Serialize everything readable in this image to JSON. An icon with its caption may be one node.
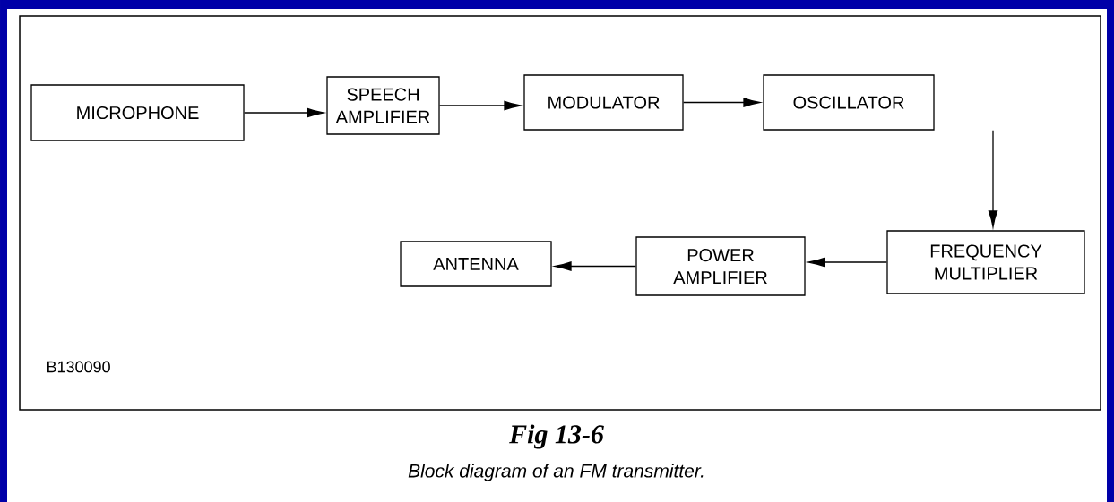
{
  "diagram": {
    "title": "Fig 13-6",
    "caption": "Block diagram of an FM transmitter.",
    "nodes": [
      {
        "text": [
          "MICROPHONE"
        ]
      },
      {
        "text": [
          "SPEECH AMPLIFIER"
        ]
      },
      {
        "text": [
          "MODULATOR"
        ]
      },
      {
        "text": [
          "OSCILLATOR"
        ]
      },
      {
        "text": [
          "FREQUENCY MULTIPLIER"
        ]
      },
      {
        "text": [
          "POWER AMPLIFIER"
        ]
      },
      {
        "text": [
          "ANTENNA"
        ]
      }
    ],
    "edges": [
      {
        "from": 0,
        "to": 1,
        "arrow": "to"
      },
      {
        "from": 1,
        "to": 2,
        "arrow": "to"
      },
      {
        "from": 2,
        "to": 3,
        "arrow": "to"
      },
      {
        "from": 3,
        "to": 4,
        "arrow": "to"
      },
      {
        "from": 4,
        "to": 5,
        "arrow": "to"
      },
      {
        "from": 5,
        "to": 6,
        "arrow": "to"
      }
    ],
    "labels": [
      "B130090"
    ]
  }
}
